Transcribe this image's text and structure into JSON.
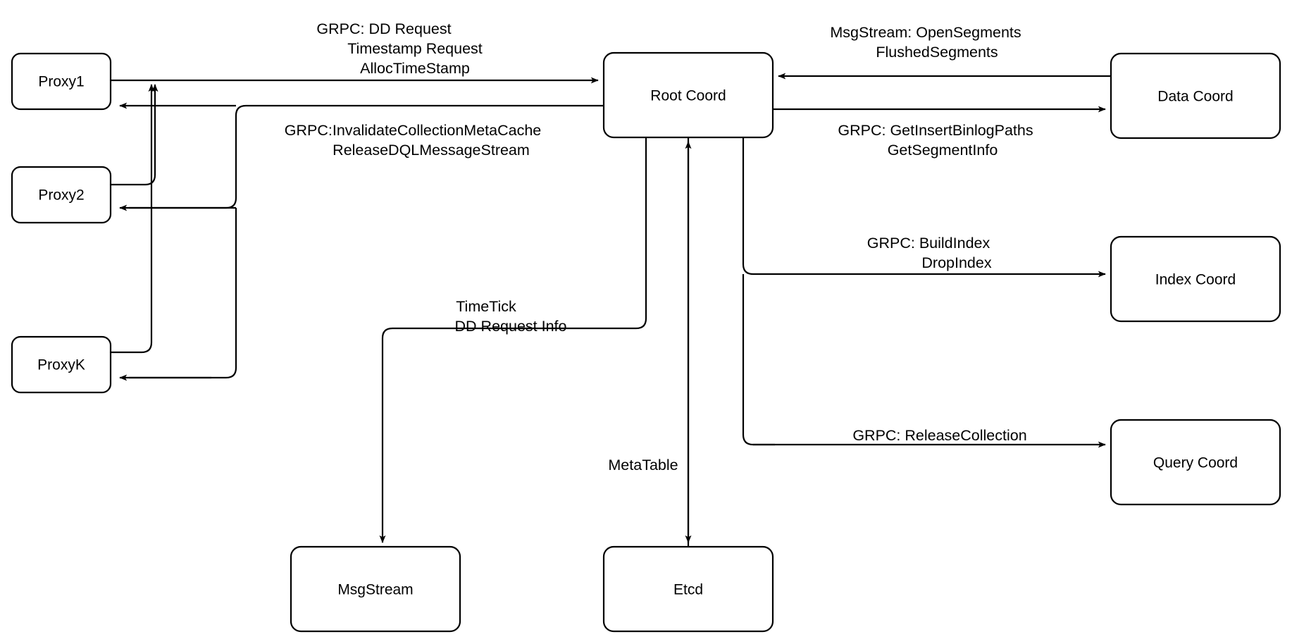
{
  "diagram": {
    "title": "Root Coord Component Interaction Diagram",
    "background_color": "#ffffff",
    "stroke_color": "#000000",
    "node_fill_color": "#ffffff",
    "nodes": [
      {
        "id": "proxy1",
        "label": "Proxy1"
      },
      {
        "id": "proxy2",
        "label": "Proxy2"
      },
      {
        "id": "proxyk",
        "label": "ProxyK"
      },
      {
        "id": "rootcoord",
        "label": "Root Coord"
      },
      {
        "id": "datacoord",
        "label": "Data Coord"
      },
      {
        "id": "indexcoord",
        "label": "Index Coord"
      },
      {
        "id": "querycoord",
        "label": "Query Coord"
      },
      {
        "id": "msgstream",
        "label": "MsgStream"
      },
      {
        "id": "etcd",
        "label": "Etcd"
      }
    ],
    "edge_labels": {
      "proxy_to_root": {
        "line1": "GRPC: DD Request",
        "line2": "Timestamp Request",
        "line3": "AllocTimeStamp"
      },
      "root_to_proxy": {
        "line1": "GRPC:InvalidateCollectionMetaCache",
        "line2": "ReleaseDQLMessageStream"
      },
      "datacoord_to_root": {
        "line1": "MsgStream: OpenSegments",
        "line2": "FlushedSegments"
      },
      "root_to_datacoord": {
        "line1": "GRPC: GetInsertBinlogPaths",
        "line2": "GetSegmentInfo"
      },
      "root_to_indexcoord": {
        "line1": "GRPC: BuildIndex",
        "line2": "DropIndex"
      },
      "root_to_querycoord": {
        "line1": "GRPC: ReleaseCollection"
      },
      "root_to_msgstream": {
        "line1": "TimeTick",
        "line2": "DD Request Info"
      },
      "root_to_etcd": {
        "line1": "MetaTable"
      }
    }
  }
}
